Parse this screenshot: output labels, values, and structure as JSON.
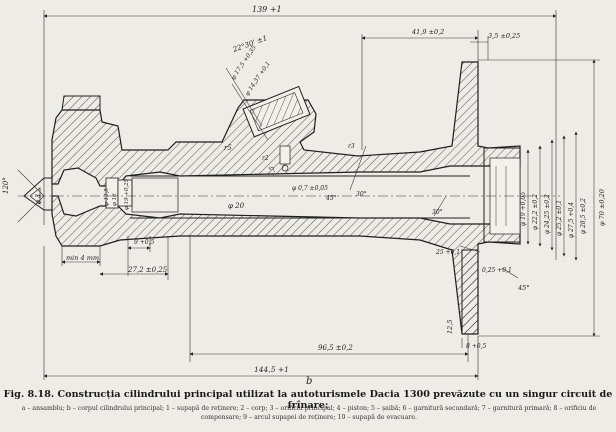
{
  "figure": {
    "caption_title": "Fig. 8.18. Construcția cilindrului principal utilizat la autoturismele Dacia 1300 prevăzute cu un singur circuit de frînare:",
    "caption_legend": "a – ansamblu; b – corpul cilindrului principal; 1 – supapă de reținere; 2 – corp; 3 – orificiu principal; 4 – piston; 5 – șaibă; 6 – garnitură secundară; 7 – garnitură primară; 8 – orificiu de compensare; 9 – arcul supapei de reținere; 10 – supapă de evacuare.",
    "subfigure_label": "b"
  },
  "dimensions": {
    "overall_length": "139 +1",
    "flange_to_end": "41,9 ±0,2",
    "flange_thick": "3,5 ±0,25",
    "boss_angle": "22°30' ±1",
    "boss_dia_1": "φ 17,5 +0,35",
    "boss_dia_2": "φ 14,37 +0,1",
    "radius_r5": "r5",
    "radius_r2": "r2",
    "radius_r3": "r3",
    "port_dia": "φ 0,7 ±0,05",
    "hole_dia": "1,5",
    "bore_angle_1": "45°",
    "bore_angle_2": "30°",
    "bore_angle_3": "30°",
    "end_angle": "120°",
    "end_dia": "φ 3",
    "small_dia_1": "φ 16",
    "small_dia_2": "φ 19 +0,25",
    "small_dia_3": "φ 12,5",
    "min_len": "min 4 mm",
    "len_9": "9 +0,5",
    "len_27": "27,2 ±0,25",
    "dia_a": "φ 19 +0,05",
    "dia_b": "φ 22,2 ±0,2",
    "dia_c": "φ 24,25 ±0,2",
    "dia_d": "φ 25,2 ±0,1",
    "dia_e": "φ 27,5 +0,4",
    "dia_f": "φ 28,5 ±0,2",
    "dia_g": "φ 70 ±0,20",
    "small_25": "25 +0,1",
    "small_r1": "0,25 +0,1",
    "angle_45": "45°",
    "len_12": "12,5",
    "len_96": "96,5 ±0,2",
    "len_8": "8 +0,5",
    "len_144": "144,5 +1",
    "bore_dia_main": "φ 20"
  }
}
